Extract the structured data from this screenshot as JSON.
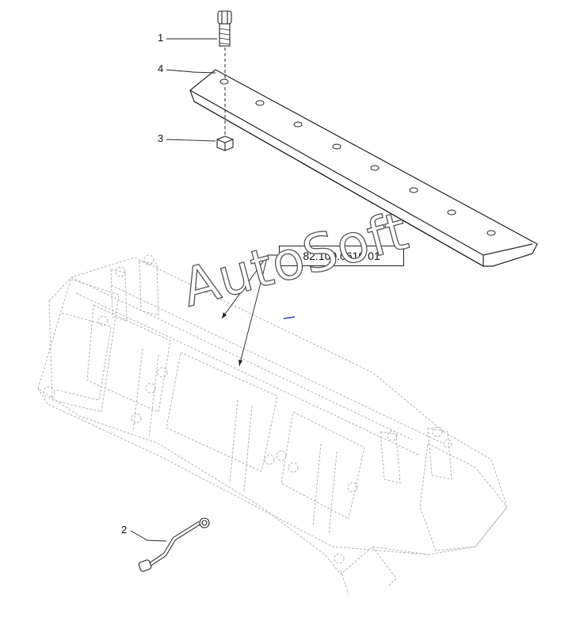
{
  "callouts": {
    "c1": "1",
    "c2": "2",
    "c3": "3",
    "c4": "4"
  },
  "reference": {
    "part_ref": "82.100.0610 01"
  },
  "watermark": {
    "text": "AutoSoft"
  },
  "colors": {
    "ink": "#222222",
    "ghost": "#b3b3b3",
    "background": "#ffffff"
  }
}
